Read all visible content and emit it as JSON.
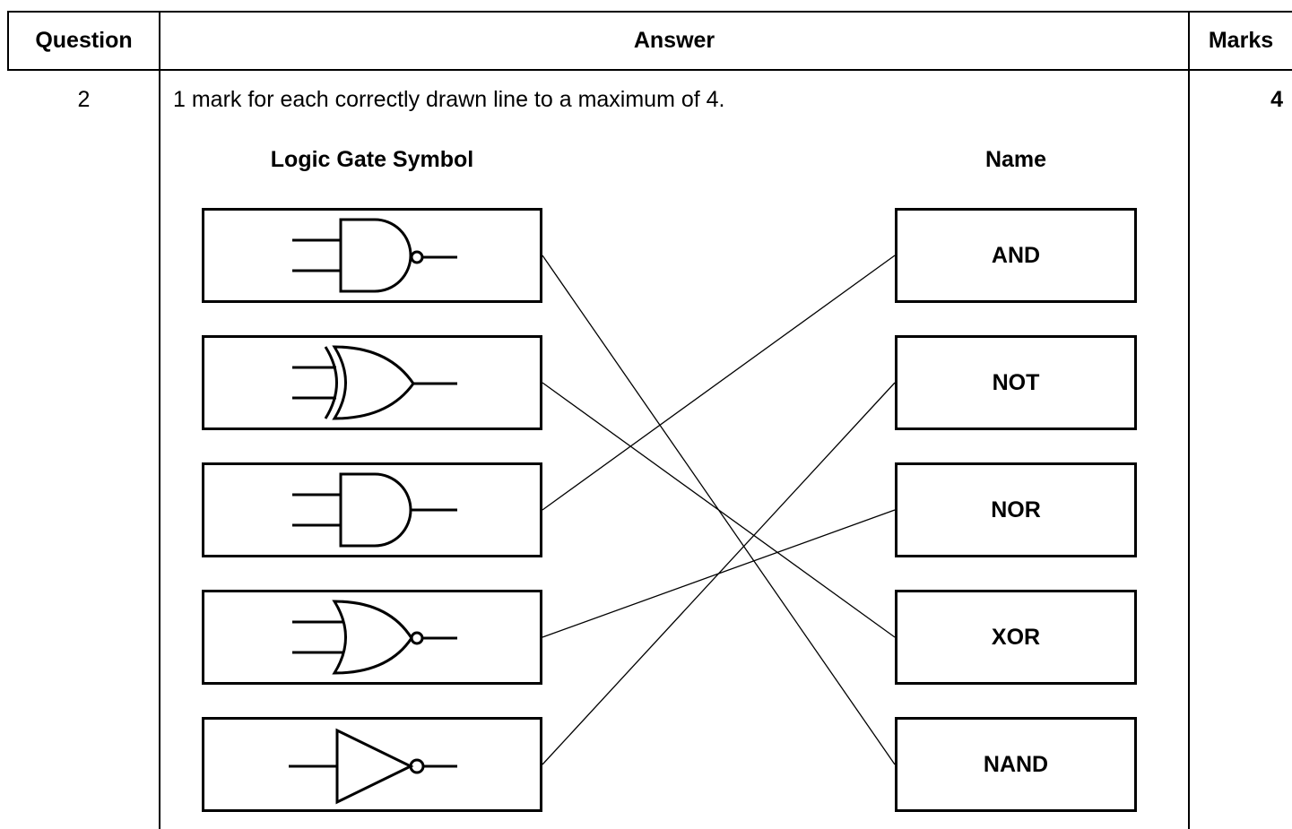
{
  "table": {
    "headers": {
      "question": "Question",
      "answer": "Answer",
      "marks": "Marks"
    },
    "row": {
      "question": "2",
      "instruction": "1 mark for each correctly drawn line to a maximum of 4.",
      "marks": "4"
    }
  },
  "diagram": {
    "left_heading": "Logic Gate Symbol",
    "right_heading": "Name",
    "gates": [
      {
        "icon": "nand-gate-icon"
      },
      {
        "icon": "xor-gate-icon"
      },
      {
        "icon": "and-gate-icon"
      },
      {
        "icon": "nor-gate-icon"
      },
      {
        "icon": "not-gate-icon"
      }
    ],
    "names": [
      "AND",
      "NOT",
      "NOR",
      "XOR",
      "NAND"
    ],
    "matches": [
      {
        "gate": 0,
        "name": 4
      },
      {
        "gate": 1,
        "name": 3
      },
      {
        "gate": 2,
        "name": 0
      },
      {
        "gate": 3,
        "name": 2
      },
      {
        "gate": 4,
        "name": 1
      }
    ]
  }
}
